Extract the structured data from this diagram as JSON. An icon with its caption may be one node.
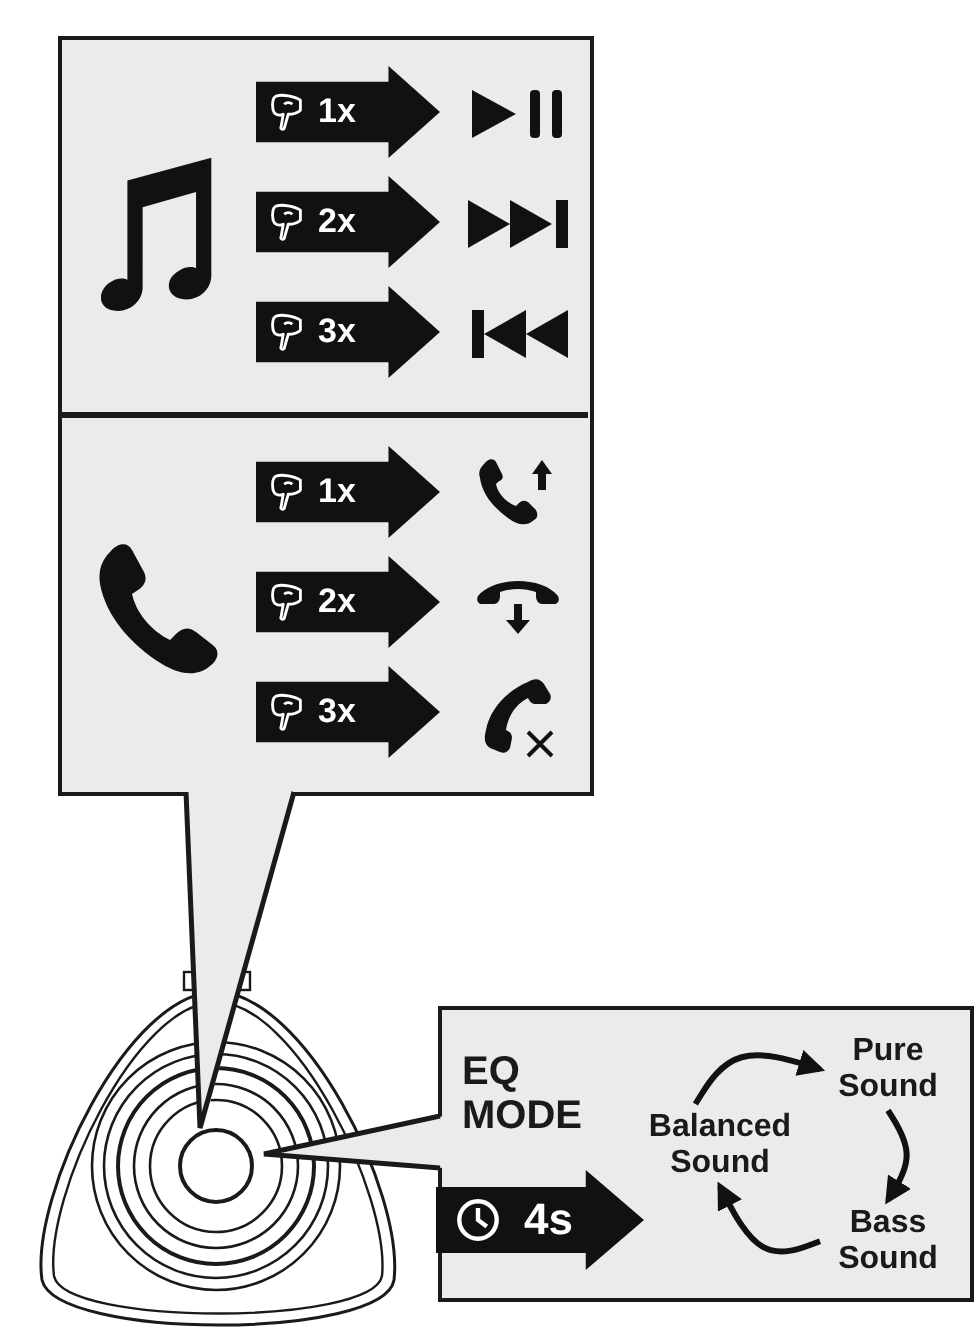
{
  "diagram": {
    "nodes": [
      {
        "text": [],
        "shape": "box"
      },
      {
        "text": [
          "EQ MODE"
        ]
      },
      {
        "text": [
          "Balanced Sound"
        ],
        "in": 1
      },
      {
        "text": [
          "Pure Sound"
        ],
        "in": 1
      },
      {
        "text": [
          "Bass Sound"
        ],
        "in": 1
      }
    ],
    "edges": [
      {
        "from": 2,
        "to": 3,
        "arrow": "to"
      },
      {
        "from": 3,
        "to": 4,
        "arrow": "to"
      },
      {
        "from": 4,
        "to": 2,
        "arrow": "to"
      }
    ],
    "labels": [
      "1x",
      "2x",
      "3x",
      "1x",
      "2x",
      "3x",
      "4s"
    ]
  }
}
